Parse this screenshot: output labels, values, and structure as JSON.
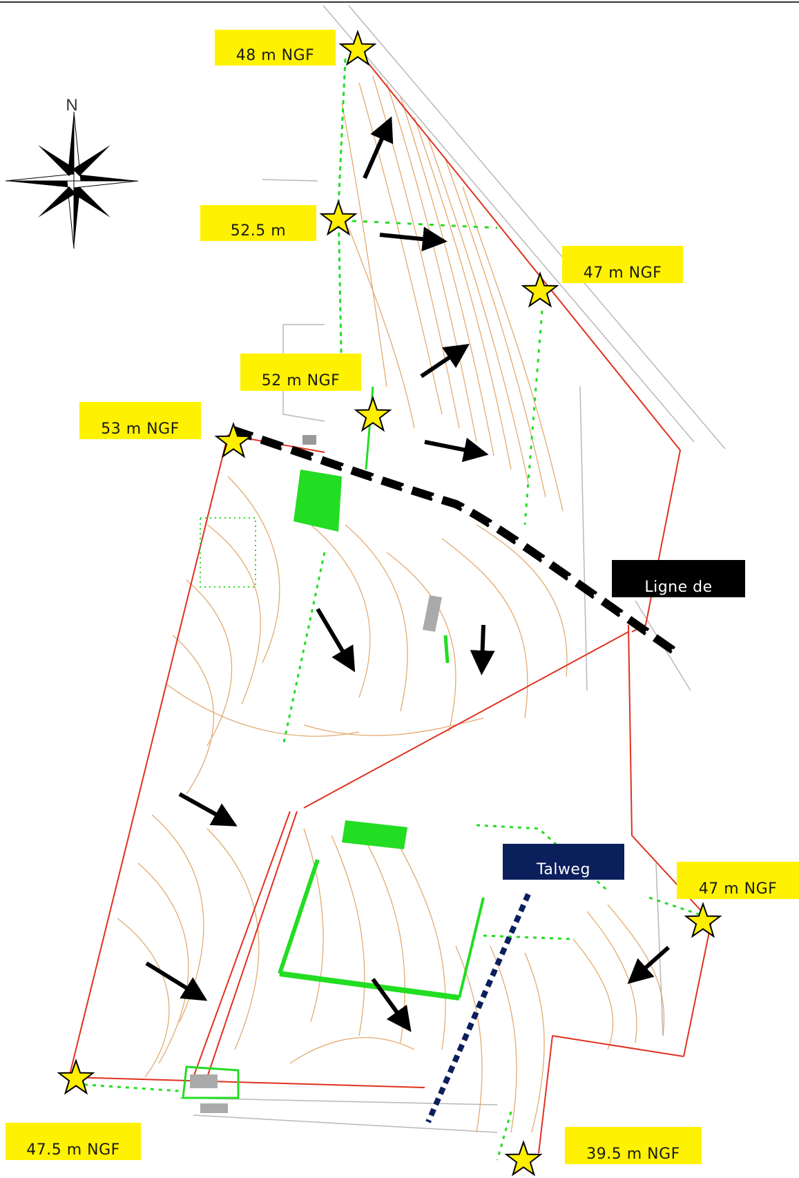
{
  "labels": {
    "l48": "48 m NGF",
    "l525": "52.5 m",
    "l47a": "47 m NGF",
    "l52": "52 m NGF",
    "l53": "53 m NGF",
    "ligne": "Ligne de",
    "talweg": "Talweg",
    "l47b": "47 m NGF",
    "l475": "47.5 m NGF",
    "l395": "39.5 m NGF"
  },
  "compass": {
    "north": "N"
  },
  "colors": {
    "label_yellow": "#fff200",
    "ridge_black": "#000000",
    "talweg_navy": "#0b1f5c",
    "contour": "#e0a060",
    "boundary": "#e0301e",
    "vegetation": "#22dd22",
    "star": "#ffee00"
  }
}
